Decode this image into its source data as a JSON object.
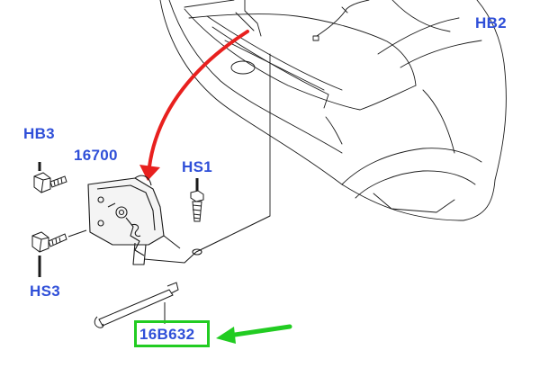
{
  "labels": {
    "hb2": "HB2",
    "hb3": "HB3",
    "p16700": "16700",
    "hs1": "HS1",
    "hs3": "HS3",
    "p16b632": "16B632"
  },
  "colors": {
    "label": "#2f4fd8",
    "red_arrow": "#e8201e",
    "green_arrow": "#22cc22",
    "linework": "#1a1a1a"
  }
}
